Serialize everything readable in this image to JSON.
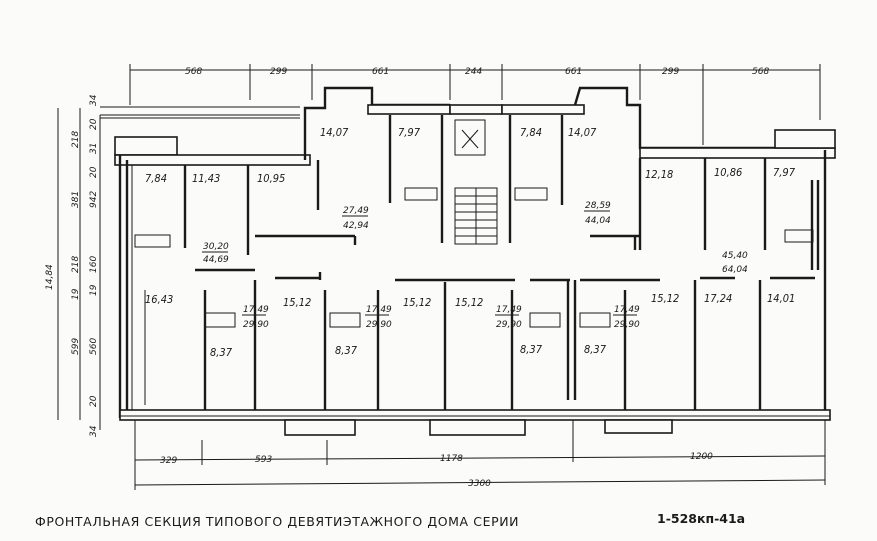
{
  "caption": {
    "title": "ФРОНТАЛЬНАЯ СЕКЦИЯ ТИПОВОГО ДЕВЯТИЭТАЖНОГО ДОМА СЕРИИ",
    "series": "1-528кп-41а"
  },
  "dims_top": [
    "568",
    "299",
    "661",
    "244",
    "661",
    "299",
    "568"
  ],
  "dims_bottom": [
    "329",
    "593",
    "1178",
    "1200"
  ],
  "dims_total": "3300",
  "dims_left": [
    "34",
    "20",
    "218",
    "31",
    "20",
    "381",
    "942",
    "218",
    "160",
    "19",
    "19",
    "599",
    "560",
    "20",
    "34",
    "14,84"
  ],
  "rooms_top": [
    "14,07",
    "7,97",
    "7,84",
    "14,07",
    "12,18",
    "10,86",
    "7,97",
    "7,84",
    "11,43",
    "10,95"
  ],
  "apartments": [
    {
      "living": "27,49",
      "total": "42,94"
    },
    {
      "living": "28,59",
      "total": "44,04"
    },
    {
      "living": "30,20",
      "total": "44,69"
    },
    {
      "living": "45,40",
      "total": "64,04"
    },
    {
      "living": "17,49",
      "total": "29,90"
    },
    {
      "living": "17,49",
      "total": "29,90"
    },
    {
      "living": "17,49",
      "total": "29,90"
    },
    {
      "living": "17,49",
      "total": "29,90"
    }
  ],
  "rooms_bottom": [
    "16,43",
    "15,12",
    "15,12",
    "15,12",
    "15,12",
    "17,24",
    "14,01"
  ],
  "kitchens": [
    "8,37",
    "8,37",
    "8,37",
    "8,37"
  ]
}
